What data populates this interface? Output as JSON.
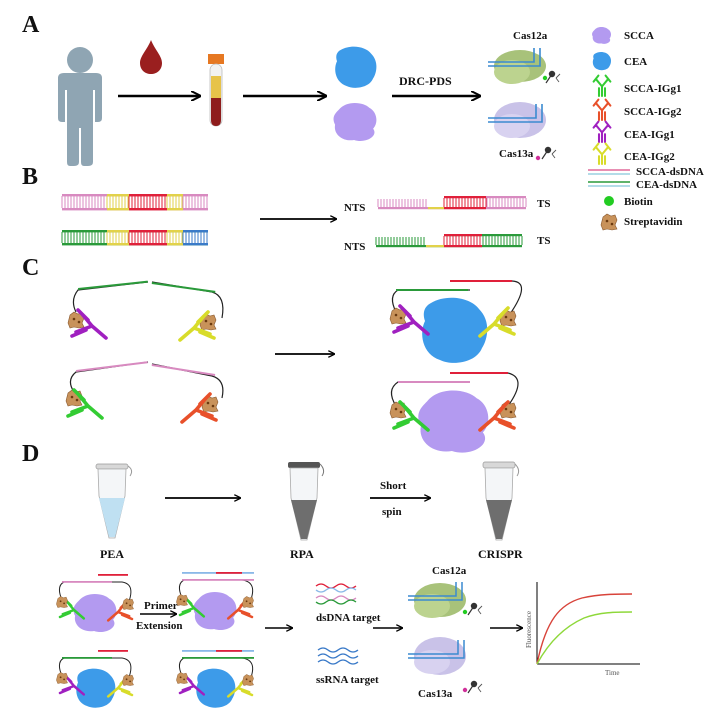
{
  "panels": {
    "a": "A",
    "b": "B",
    "c": "C",
    "d": "D"
  },
  "panel_a": {
    "arrow_label": "DRC-PDS",
    "cas12a": "Cas12a",
    "cas13a": "Cas13a"
  },
  "legend": {
    "items": [
      {
        "label": "SCCA",
        "color": "#b39af0"
      },
      {
        "label": "CEA",
        "color": "#3d9be9"
      },
      {
        "label": "SCCA-IGg1",
        "color": "#33cc33"
      },
      {
        "label": "SCCA-IGg2",
        "color": "#e8502a"
      },
      {
        "label": "CEA-IGg1",
        "color": "#a020c0"
      },
      {
        "label": "CEA-IGg2",
        "color": "#d8dc2a"
      },
      {
        "label": "SCCA-dsDNA",
        "color": "#e06a9a"
      },
      {
        "label": "CEA-dsDNA",
        "color": "#2a9a3a"
      },
      {
        "label": "Biotin",
        "color": "#22cc22"
      },
      {
        "label": "Streptavidin",
        "color": "#c8925a"
      }
    ]
  },
  "panel_b": {
    "nts1": "NTS",
    "ts1": "TS",
    "nts2": "NTS",
    "ts2": "TS"
  },
  "panel_d": {
    "tube_labels": [
      "PEA",
      "RPA",
      "CRISPR"
    ],
    "short_spin_1": "Short",
    "short_spin_2": "spin",
    "primer_1": "Primer",
    "primer_2": "Extension",
    "dsdna_target": "dsDNA target",
    "ssrna_target": "ssRNA target",
    "cas12a": "Cas12a",
    "cas13a": "Cas13a",
    "y_axis": "Fluorescence",
    "x_axis": "Time"
  },
  "colors": {
    "scca": "#b39af0",
    "cea": "#3d9be9",
    "red": "#e0203a",
    "yellow": "#e2d24a",
    "pink": "#d88ac0",
    "green": "#2a9a3a",
    "cas12a": "#a8c27a",
    "cas13a": "#c9c2e8",
    "curve_red": "#d8433a",
    "curve_green": "#8ed83a"
  }
}
